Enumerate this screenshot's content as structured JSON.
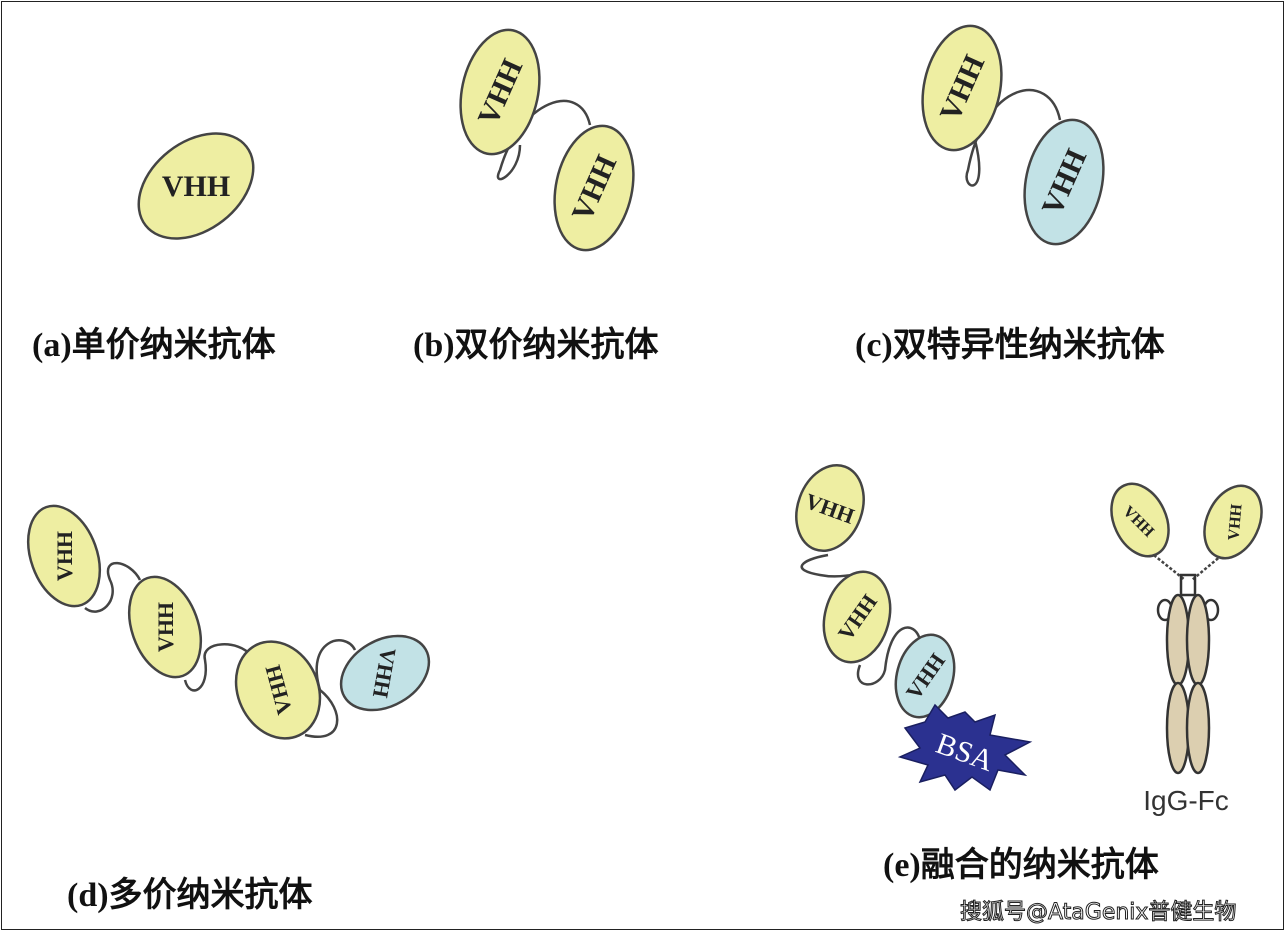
{
  "domain_label": "VHH",
  "panels": {
    "a": {
      "caption": "(a)单价纳米抗体"
    },
    "b": {
      "caption": "(b)双价纳米抗体"
    },
    "c": {
      "caption": "(c)双特异性纳米抗体"
    },
    "d": {
      "caption": "(d)多价纳米抗体"
    },
    "e": {
      "caption": "(e)融合的纳米抗体",
      "bsa_label": "BSA",
      "fc_label": "IgG-Fc"
    }
  },
  "watermark": "搜狐号@AtaGenix普健生物",
  "colors": {
    "vhh_yellow": "#eeeea2",
    "vhh_blue": "#c2e2e6",
    "bsa": "#2b3190",
    "fc": "#dccfb0"
  }
}
